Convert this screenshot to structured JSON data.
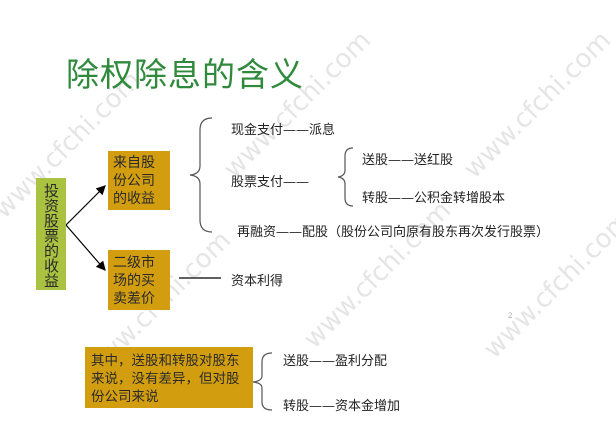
{
  "title": "除权除息的含义",
  "watermark": "www.cfchi.com",
  "root": "投资股票的收益",
  "branch1": "来自股份公司的收益",
  "branch2": "二级市场的买卖差价",
  "cash": "现金支付——派息",
  "stock": "股票支付——",
  "bonus": "送股——送红股",
  "transfer": "转股——公积金转增股本",
  "refinance": "再融资——配股（股份公司向原有股东再次发行股票）",
  "capital_gain": "资本利得",
  "note": "其中，送股和转股对股东来说，没有差异，但对股份公司来说",
  "note_bonus": "送股——盈利分配",
  "note_transfer": "转股——资本金增加",
  "page_marker": "2"
}
